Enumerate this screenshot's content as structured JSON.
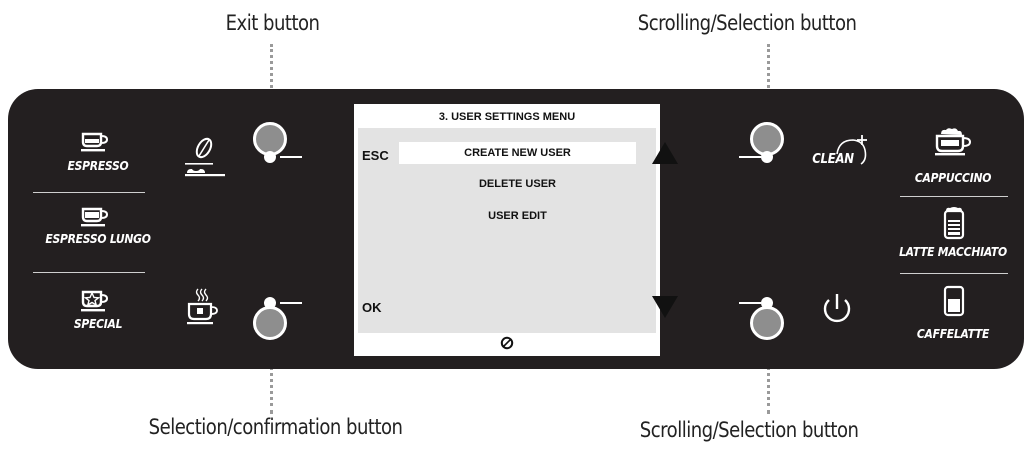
{
  "callouts": {
    "exit": "Exit button",
    "scroll_top": "Scrolling/Selection button",
    "select_confirm": "Selection/confirmation button",
    "scroll_bottom": "Scrolling/Selection button"
  },
  "left_drinks": [
    "ESPRESSO",
    "ESPRESSO LUNGO",
    "SPECIAL"
  ],
  "right_drinks": [
    "CAPPUCCINO",
    "LATTE MACCHIATO",
    "CAFFELATTE"
  ],
  "clean_label": "CLEAN",
  "screen": {
    "title": "3. USER SETTINGS MENU",
    "esc": "ESC",
    "ok": "OK",
    "items": [
      "CREATE NEW USER",
      "DELETE USER",
      "USER EDIT"
    ]
  },
  "colors": {
    "panel": "#231f20",
    "button": "#8e8e8e",
    "screen_bg": "#e3e3e3"
  }
}
